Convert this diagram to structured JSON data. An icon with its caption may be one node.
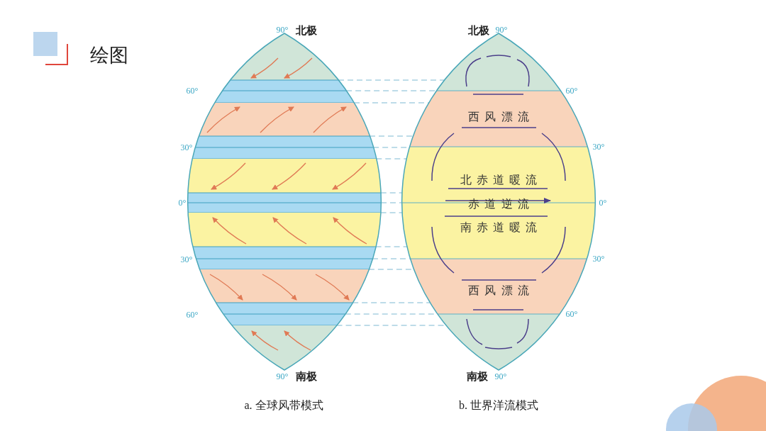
{
  "diagram": {
    "title": "绘图",
    "labels": [
      "90°",
      "北极",
      "北极",
      "90°",
      "60°",
      "60°",
      "西风漂流",
      "30°",
      "30°",
      "北赤道暖流",
      "0°",
      "赤道逆流",
      "0°",
      "南赤道暖流",
      "30°",
      "30°",
      "西风漂流",
      "60°",
      "60°",
      "90°",
      "南极",
      "南极",
      "90°",
      "a. 全球风带模式",
      "b. 世界洋流模式"
    ]
  }
}
